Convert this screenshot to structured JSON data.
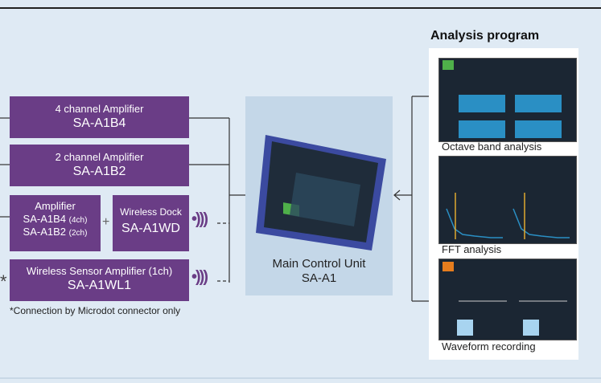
{
  "analysis_title": "Analysis program",
  "amp4": {
    "line1": "4 channel Amplifier",
    "line2": "SA-A1B4"
  },
  "amp2": {
    "line1": "2 channel Amplifier",
    "line2": "SA-A1B2"
  },
  "amp_combo": {
    "line1": "Amplifier",
    "line2": "SA-A1B4",
    "line2_suffix": "(4ch)",
    "line3": "SA-A1B2",
    "line3_suffix": "(2ch)"
  },
  "plus": "+",
  "dock": {
    "line1": "Wireless Dock",
    "line2": "SA-A1WD"
  },
  "wireless_amp": {
    "line1": "Wireless Sensor Amplifier (1ch)",
    "line2": "SA-A1WL1"
  },
  "wifi_symbol": "•)))",
  "asterisk": "*",
  "note": "*Connection by Microdot connector only",
  "main_unit": {
    "line1": "Main Control Unit",
    "line2": "SA-A1"
  },
  "programs": [
    "Octave band analysis",
    "FFT analysis",
    "Waveform recording"
  ],
  "colors": {
    "purple": "#6a3d86",
    "bg": "#dfeaf4",
    "panel": "#c4d7e8"
  }
}
